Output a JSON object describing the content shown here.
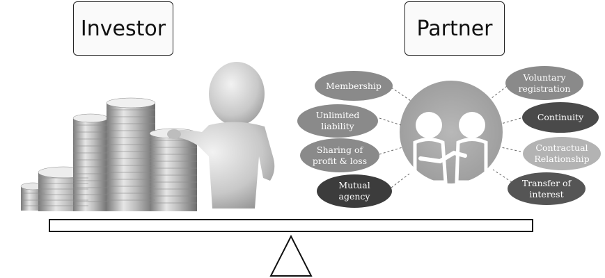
{
  "left_box": {
    "label": "Investor"
  },
  "right_box": {
    "label": "Partner"
  },
  "features_left": [
    {
      "text": "Membership",
      "fill": "#8a8a8a",
      "color": "#ffffff"
    },
    {
      "text": "Unlimited\nliability",
      "fill": "#8a8a8a",
      "color": "#ffffff"
    },
    {
      "text": "Sharing of\nprofit & loss",
      "fill": "#8a8a8a",
      "color": "#ffffff"
    },
    {
      "text": "Mutual\nagency",
      "fill": "#3c3c3c",
      "color": "#ffffff"
    }
  ],
  "features_right": [
    {
      "text": "Voluntary\nregistration",
      "fill": "#8a8a8a",
      "color": "#ffffff"
    },
    {
      "text": "Continuity",
      "fill": "#4a4a4a",
      "color": "#ffffff"
    },
    {
      "text": "Contractual\nRelationship",
      "fill": "#b3b3b3",
      "color": "#ffffff"
    },
    {
      "text": "Transfer of\ninterest",
      "fill": "#555555",
      "color": "#ffffff"
    }
  ]
}
